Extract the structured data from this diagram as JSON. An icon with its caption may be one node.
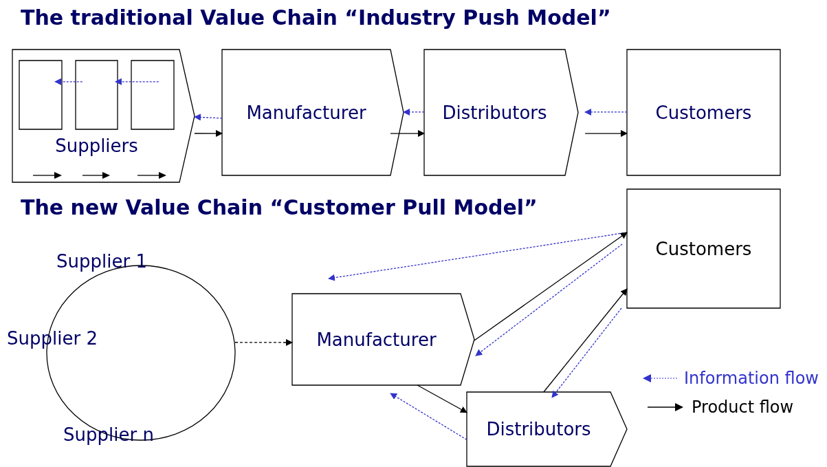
{
  "diagram": {
    "title": "The traditional Value Chain “Industry Push Model”",
    "nodes": [
      {
        "text": [
          "Suppliers"
        ]
      },
      {
        "text": [],
        "shape": "box",
        "in": 0
      },
      {
        "text": [],
        "shape": "box",
        "in": 0
      },
      {
        "text": [],
        "shape": "box",
        "in": 0
      },
      {
        "text": [
          "Manufacturer"
        ]
      },
      {
        "text": [
          "Distributors"
        ]
      },
      {
        "text": [
          "Customers"
        ]
      },
      {
        "text": [
          "Supplier 1",
          "Supplier 2",
          "Supplier n"
        ]
      },
      {
        "text": [
          "Manufacturer"
        ]
      },
      {
        "text": [
          "Customers"
        ]
      },
      {
        "text": [
          "Distributors"
        ]
      }
    ],
    "edges": [
      {
        "from": 4,
        "to": 0,
        "arrow": "to",
        "style": "dashed",
        "color": "#3333cc"
      },
      {
        "from": 0,
        "to": 4,
        "arrow": "to",
        "color": "#000000"
      },
      {
        "from": 2,
        "to": 1,
        "arrow": "to",
        "style": "dashed",
        "color": "#3333cc"
      },
      {
        "from": 3,
        "to": 2,
        "arrow": "to",
        "style": "dashed",
        "color": "#3333cc"
      },
      {
        "from": 5,
        "to": 4,
        "arrow": "to",
        "style": "dashed",
        "color": "#3333cc"
      },
      {
        "from": 4,
        "to": 5,
        "arrow": "to",
        "color": "#000000"
      },
      {
        "from": 6,
        "to": 5,
        "arrow": "to",
        "style": "dashed",
        "color": "#3333cc"
      },
      {
        "from": 5,
        "to": 6,
        "arrow": "to",
        "color": "#000000"
      },
      {
        "from": 7,
        "to": 8,
        "arrow": "to",
        "style": "dashed",
        "color": "#000000"
      },
      {
        "from": 9,
        "to": 8,
        "arrow": "to",
        "style": "dashed",
        "color": "#3333cc"
      },
      {
        "from": 8,
        "to": 9,
        "arrow": "to",
        "color": "#000000"
      },
      {
        "from": 9,
        "to": 8,
        "arrow": "to",
        "style": "dashed",
        "color": "#3333cc"
      },
      {
        "from": 8,
        "to": 10,
        "arrow": "to",
        "color": "#000000"
      },
      {
        "from": 10,
        "to": 8,
        "arrow": "to",
        "style": "dashed",
        "color": "#3333cc"
      },
      {
        "from": 10,
        "to": 9,
        "arrow": "to",
        "color": "#000000"
      },
      {
        "from": 9,
        "to": 10,
        "arrow": "to",
        "style": "dashed",
        "color": "#3333cc"
      }
    ],
    "labels": [
      "The new Value Chain “Customer Pull Model”"
    ],
    "legend": [
      {
        "text": "Information flow"
      },
      {
        "text": "Product flow"
      }
    ]
  }
}
